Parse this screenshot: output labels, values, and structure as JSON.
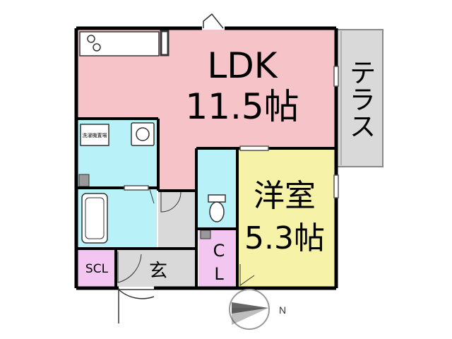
{
  "rooms": {
    "ldk": {
      "name": "LDK",
      "size": "11.5帖",
      "color": "#F6C3C8"
    },
    "western": {
      "name": "洋室",
      "size": "5.3帖",
      "color": "#F6F2A8"
    },
    "terrace": {
      "name": "テラス",
      "color": "#D9D9D9"
    },
    "entrance": {
      "name": "玄",
      "color": "#D9D9D9"
    },
    "scl": {
      "name": "SCL",
      "color": "#F2C6F0"
    },
    "closet": {
      "line1": "C",
      "line2": "L",
      "color": "#F2C6F0"
    },
    "wash_label": "洗濯機置場",
    "wet_color": "#B8F1F7"
  },
  "compass": {
    "label": "N"
  }
}
